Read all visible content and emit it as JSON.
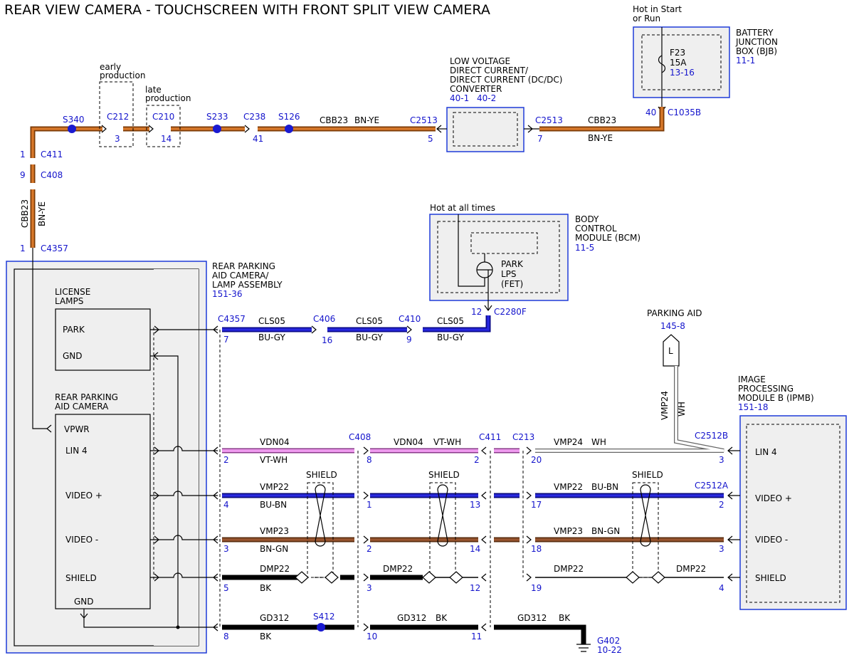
{
  "title": "REAR VIEW CAMERA - TOUCHSCREEN WITH FRONT SPLIT VIEW CAMERA",
  "colors": {
    "bn_ye": "#c8661a",
    "bn_ye_edge": "#7a3a06",
    "bu": "#1a1ad0",
    "vt": "#e89ae8",
    "bn": "#8a4a22",
    "wh": "#ffffff",
    "bk": "#000000",
    "splice": "#1a1ad0"
  },
  "bjb": {
    "hot_line1": "Hot in Start",
    "hot_line2": "or Run",
    "name1": "BATTERY",
    "name2": "JUNCTION",
    "name3": "BOX (BJB)",
    "ref": "11-1",
    "fuse": "F23",
    "amps": "15A",
    "fuse_ref": "13-16",
    "pin": "40",
    "connector": "C1035B"
  },
  "dcdc": {
    "l1": "LOW VOLTAGE",
    "l2": "DIRECT CURRENT/",
    "l3": "DIRECT CURRENT (DC/DC)",
    "l4": "CONVERTER",
    "ref1": "40-1",
    "ref2": "40-2",
    "left_conn": "C2513",
    "left_pin": "5",
    "right_conn": "C2513",
    "right_pin": "7",
    "circuit": "CBB23",
    "color": "BN-YE"
  },
  "top_run": {
    "s340": "S340",
    "c212": "C212",
    "c212_pin": "3",
    "c210": "C210",
    "c210_pin": "14",
    "s233": "S233",
    "c238": "C238",
    "c238_pin": "41",
    "s126": "S126",
    "circuit": "CBB23",
    "color": "BN-YE",
    "early1": "early",
    "early2": "production",
    "late1": "late",
    "late2": "production"
  },
  "left_run": {
    "c411_pin": "1",
    "c411": "C411",
    "c408_pin": "9",
    "c408": "C408",
    "circuit": "CBB23",
    "color": "BN-YE",
    "c4357_pin": "1",
    "c4357": "C4357"
  },
  "bcm": {
    "hot": "Hot at all times",
    "name1": "BODY",
    "name2": "CONTROL",
    "name3": "MODULE (BCM)",
    "ref": "11-5",
    "d1": "PARK",
    "d2": "LPS",
    "d3": "(FET)",
    "pin": "12",
    "connector": "C2280F"
  },
  "park_run": {
    "c4357": "C4357",
    "c4357_pin": "7",
    "c406": "C406",
    "c406_pin": "16",
    "c410": "C410",
    "c410_pin": "9",
    "circuit": "CLS05",
    "color": "BU-GY"
  },
  "camera_assembly": {
    "l1": "REAR PARKING",
    "l2": "AID CAMERA/",
    "l3": "LAMP ASSEMBLY",
    "ref": "151-36",
    "lamps1": "LICENSE",
    "lamps2": "LAMPS",
    "park": "PARK",
    "gnd": "GND",
    "cam1": "REAR PARKING",
    "cam2": "AID CAMERA",
    "vpwr": "VPWR",
    "lin": "LIN 4",
    "vplus": "VIDEO +",
    "vminus": "VIDEO -",
    "shield": "SHIELD",
    "cam_gnd": "GND"
  },
  "parking_aid": {
    "name": "PARKING AID",
    "ref": "145-8",
    "letter": "L",
    "circuit": "VMP24",
    "color": "WH"
  },
  "ipmb": {
    "l1": "IMAGE",
    "l2": "PROCESSING",
    "l3": "MODULE B (IPMB)",
    "ref": "151-18",
    "c2512b": "C2512B",
    "c2512a": "C2512A",
    "lin": "LIN 4",
    "vplus": "VIDEO +",
    "vminus": "VIDEO -",
    "shield": "SHIELD"
  },
  "mid_connectors": {
    "c408": "C408",
    "c411": "C411",
    "c213": "C213"
  },
  "shield_label": "SHIELD",
  "rows": {
    "lin": {
      "p1": "2",
      "c1": "VDN04",
      "k1": "VT-WH",
      "p2": "8",
      "c2": "VDN04",
      "k2": "VT-WH",
      "p3": "2",
      "p4": "20",
      "c4": "VMP24",
      "k4": "WH",
      "p5": "3"
    },
    "vplus": {
      "p1": "4",
      "c1": "VMP22",
      "k1": "BU-BN",
      "p2": "1",
      "p3": "13",
      "p4": "17",
      "c4": "VMP22",
      "k4": "BU-BN",
      "p5": "2"
    },
    "vminus": {
      "p1": "3",
      "c1": "VMP23",
      "k1": "BN-GN",
      "p2": "2",
      "p3": "14",
      "p4": "18",
      "c4": "VMP23",
      "k4": "BN-GN",
      "p5": "3"
    },
    "shield": {
      "p1": "5",
      "c1": "DMP22",
      "k1": "BK",
      "p2": "3",
      "c2": "DMP22",
      "p3": "12",
      "p4": "19",
      "c4": "DMP22",
      "c5": "DMP22",
      "p5": "4"
    },
    "gnd": {
      "p1": "8",
      "c1": "GD312",
      "k1": "BK",
      "s412": "S412",
      "p2": "10",
      "c2": "GD312",
      "k2": "BK",
      "p3": "11",
      "c3": "GD312",
      "k3": "BK",
      "g402": "G402",
      "g402_ref": "10-22"
    }
  }
}
